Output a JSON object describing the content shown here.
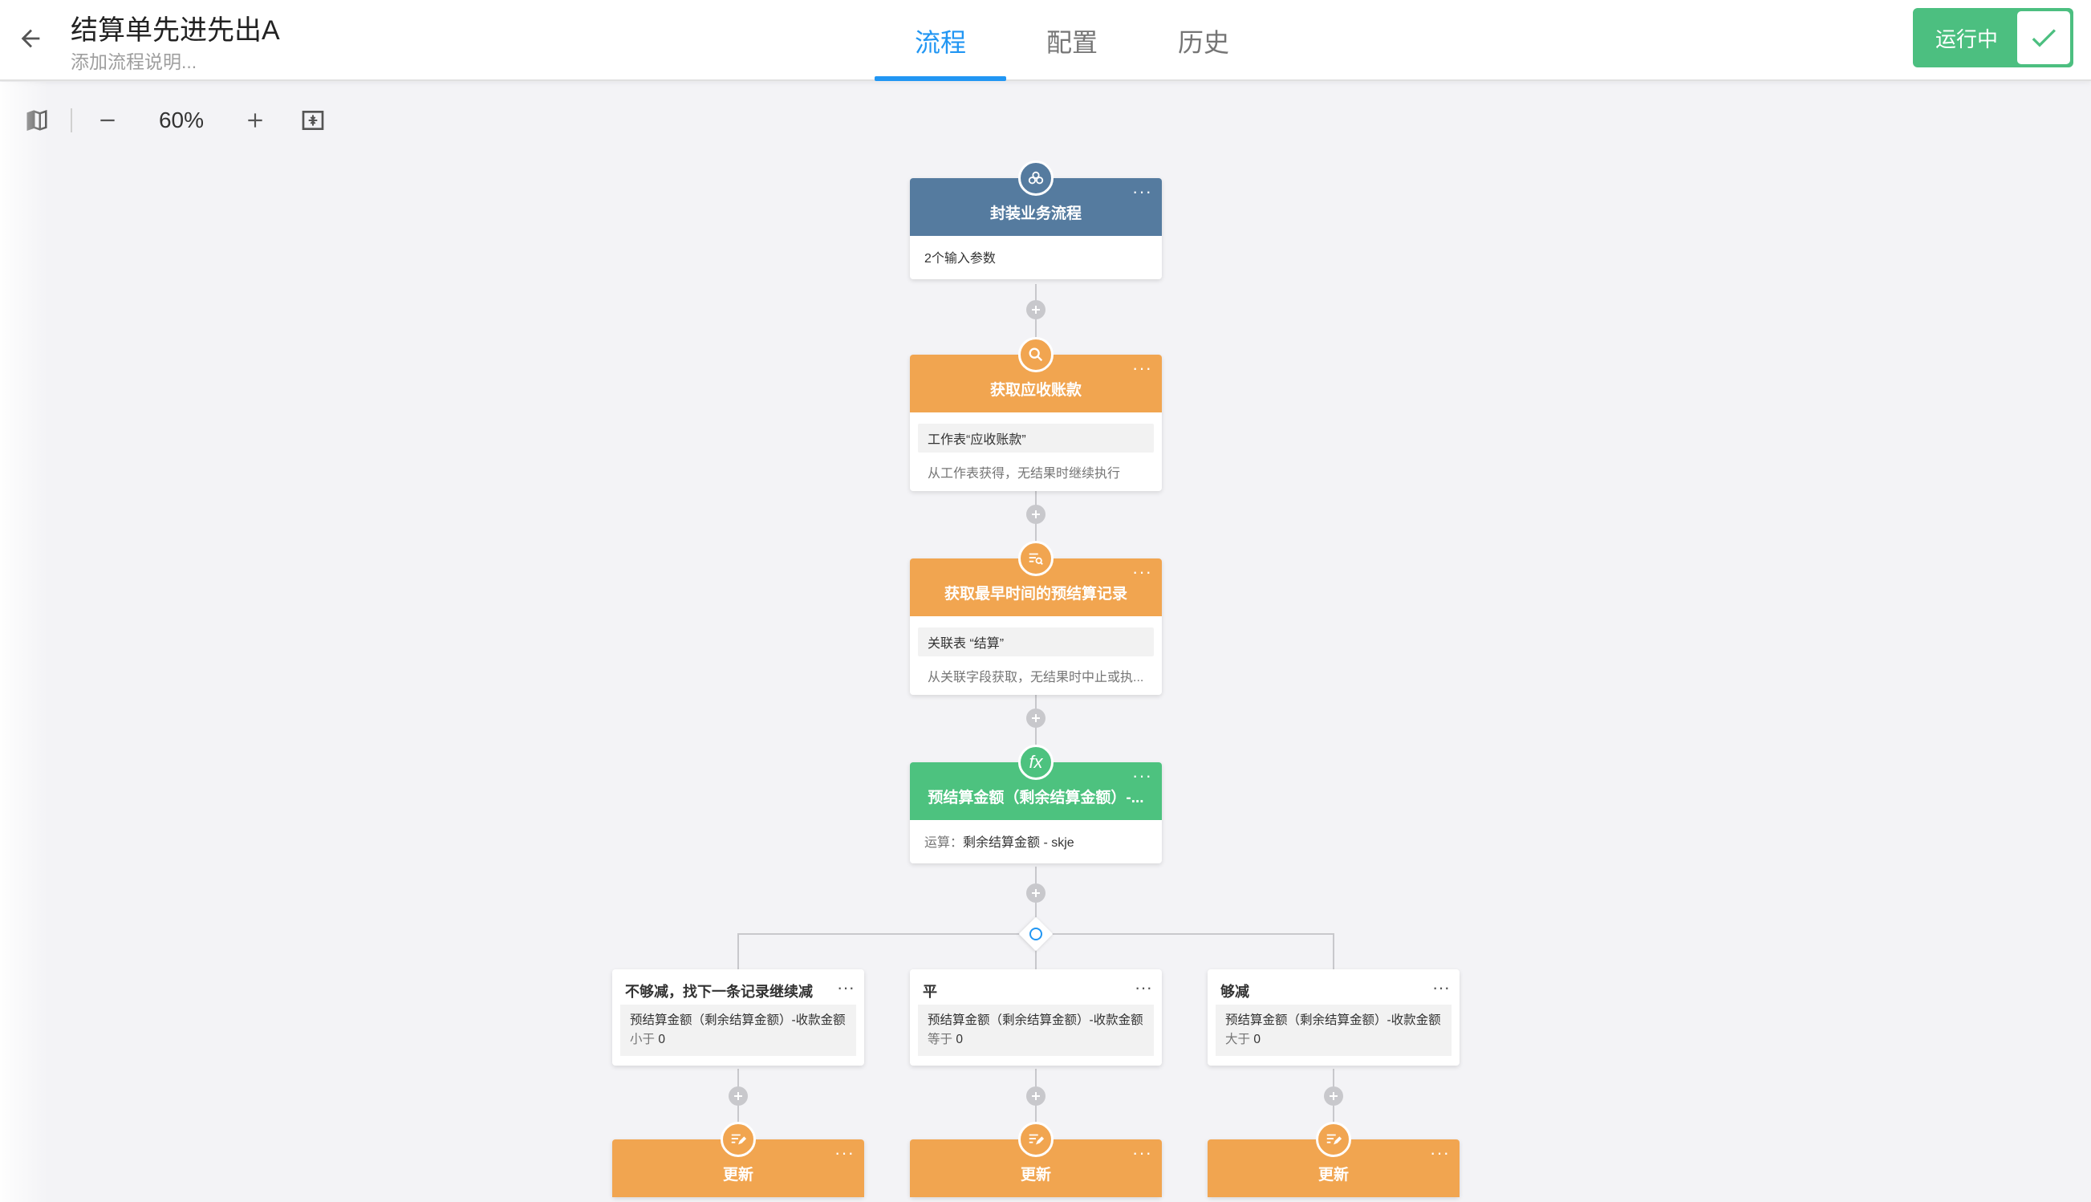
{
  "header": {
    "title": "结算单先进先出A",
    "subtitle": "添加流程说明...",
    "tabs": [
      {
        "label": "流程",
        "active": true
      },
      {
        "label": "配置",
        "active": false
      },
      {
        "label": "历史",
        "active": false
      }
    ],
    "run_status": "运行中"
  },
  "toolbar": {
    "zoom_label": "60%"
  },
  "flow": {
    "nodes": [
      {
        "title": "封装业务流程",
        "color": "#557b9f",
        "icon": "cluster-icon",
        "body": "2个输入参数"
      },
      {
        "title": "获取应收账款",
        "color": "#f1a550",
        "icon": "search-icon",
        "box": "工作表“应收账款”",
        "desc": "从工作表获得，无结果时继续执行"
      },
      {
        "title": "获取最早时间的预结算记录",
        "color": "#f1a550",
        "icon": "list-search-icon",
        "box": "关联表 “结算”",
        "desc": "从关联字段获取，无结果时中止或执..."
      },
      {
        "title": "预结算金额（剩余结算金额）-...",
        "color": "#4dc27f",
        "icon": "fx-icon",
        "body_label": "运算：",
        "body": "剩余结算金额 - skje"
      }
    ],
    "branches": [
      {
        "title": "不够减，找下一条记录继续减",
        "cond": "预结算金额（剩余结算金额）-收款金额",
        "op": "小于",
        "val": "0",
        "action": "更新"
      },
      {
        "title": "平",
        "cond": "预结算金额（剩余结算金额）-收款金额",
        "op": "等于",
        "val": "0",
        "action": "更新"
      },
      {
        "title": "够减",
        "cond": "预结算金额（剩余结算金额）-收款金额",
        "op": "大于",
        "val": "0",
        "action": "更新"
      }
    ],
    "more_label": "···"
  }
}
